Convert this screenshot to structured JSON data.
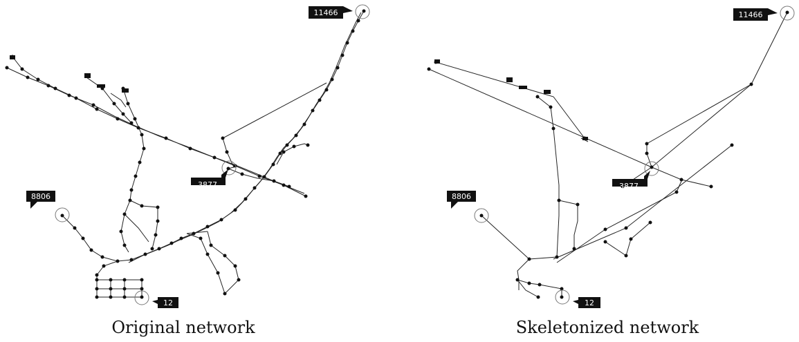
{
  "captions": {
    "left": "Original network",
    "right": "Skeletonized network"
  },
  "node_labels": [
    "11466",
    "3877",
    "8806",
    "12"
  ]
}
